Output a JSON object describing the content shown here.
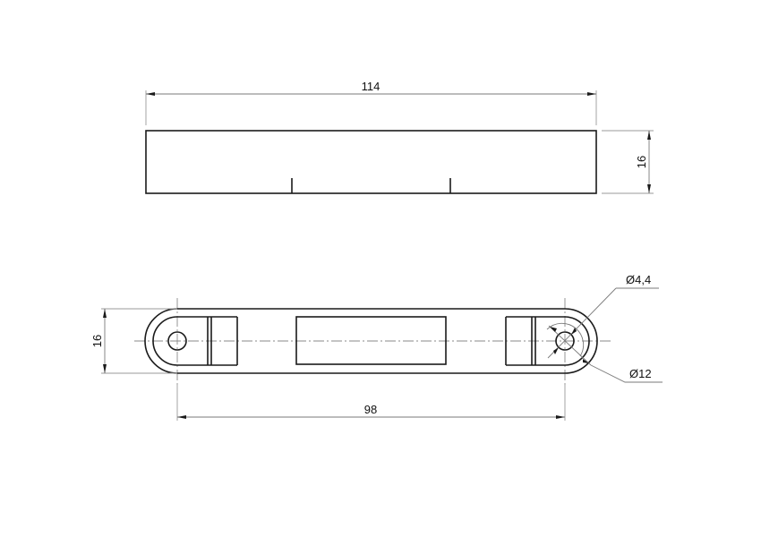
{
  "drawing": {
    "top_view": {
      "length_dimension": "114",
      "height_dimension": "16"
    },
    "bottom_view": {
      "height_dimension": "16",
      "hole_spacing_dimension": "98",
      "hole_diameter_callout": "Ø4,4",
      "end_diameter_callout": "Ø12"
    },
    "colors": {
      "outline": "#1a1a1a",
      "dimension": "#7a7a7a",
      "background": "#ffffff"
    }
  }
}
